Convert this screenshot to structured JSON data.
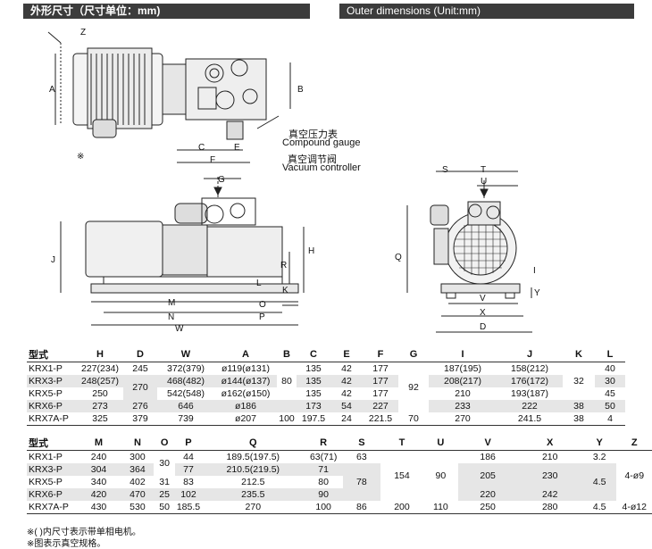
{
  "header": {
    "cn": "外形尺寸（尺寸单位：mm)",
    "en": "Outer dimensions (Unit:mm)"
  },
  "labels": {
    "compound_cn": "真空压力表",
    "compound_en": "Compound gauge",
    "vac_cn": "真空调节阀",
    "vac_en": "Vacuum controller",
    "z": "Z",
    "a": "A",
    "b": "B",
    "c": "C",
    "e": "E",
    "f": "F",
    "mark": "※",
    "g": "G",
    "h": "H",
    "j": "J",
    "r": "R",
    "l": "L",
    "k": "K",
    "m": "M",
    "n": "N",
    "w": "W",
    "o": "O",
    "p": "P",
    "s": "S",
    "t": "T",
    "u": "U",
    "q": "Q",
    "i": "I",
    "y": "Y",
    "v": "V",
    "x": "X",
    "d": "D"
  },
  "table1": {
    "headers": [
      "型式",
      "H",
      "D",
      "W",
      "A",
      "B",
      "C",
      "E",
      "F",
      "G",
      "I",
      "J",
      "K",
      "L"
    ],
    "rows": [
      [
        "KRX1-P",
        "227(234)",
        "245",
        "372(379)",
        "ø119(ø131)",
        "",
        "135",
        "42",
        "177",
        "",
        "187(195)",
        "158(212)",
        "",
        "40"
      ],
      [
        "KRX3-P",
        "248(257)",
        "",
        "468(482)",
        "ø144(ø137)",
        "",
        "135",
        "42",
        "177",
        "",
        "208(217)",
        "176(172)",
        "",
        "30"
      ],
      [
        "KRX5-P",
        "250",
        "",
        "542(548)",
        "ø162(ø150)",
        "",
        "135",
        "42",
        "177",
        "",
        "210",
        "193(187)",
        "",
        "45"
      ],
      [
        "KRX6-P",
        "273",
        "276",
        "646",
        "ø186",
        "",
        "173",
        "54",
        "227",
        "",
        "233",
        "222",
        "38",
        "50"
      ],
      [
        "KRX7A-P",
        "325",
        "379",
        "739",
        "ø207",
        "100",
        "197.5",
        "24",
        "221.5",
        "70",
        "270",
        "241.5",
        "38",
        "4"
      ]
    ],
    "merged": {
      "d": "270",
      "b": "80",
      "g": "92",
      "k": "32"
    }
  },
  "table2": {
    "headers": [
      "型式",
      "M",
      "N",
      "O",
      "P",
      "Q",
      "R",
      "S",
      "T",
      "U",
      "V",
      "X",
      "Y",
      "Z"
    ],
    "rows": [
      [
        "KRX1-P",
        "240",
        "300",
        "",
        "44",
        "189.5(197.5)",
        "63(71)",
        "63",
        "",
        "",
        "186",
        "210",
        "3.2",
        ""
      ],
      [
        "KRX3-P",
        "304",
        "364",
        "",
        "77",
        "210.5(219.5)",
        "71",
        "",
        "",
        "",
        "205",
        "230",
        "",
        ""
      ],
      [
        "KRX5-P",
        "340",
        "402",
        "31",
        "83",
        "212.5",
        "80",
        "",
        "",
        "",
        "",
        "",
        "",
        ""
      ],
      [
        "KRX6-P",
        "420",
        "470",
        "25",
        "102",
        "235.5",
        "90",
        "",
        "",
        "",
        "220",
        "242",
        "",
        ""
      ],
      [
        "KRX7A-P",
        "430",
        "530",
        "50",
        "185.5",
        "270",
        "100",
        "86",
        "200",
        "110",
        "250",
        "280",
        "4.5",
        "4-ø12"
      ]
    ],
    "merged": {
      "o": "30",
      "s": "78",
      "t": "154",
      "u": "90",
      "y": "4.5",
      "z": "4-ø9"
    }
  },
  "notes": [
    "※( )内尺寸表示带单相电机。",
    "※图表示真空规格。"
  ]
}
